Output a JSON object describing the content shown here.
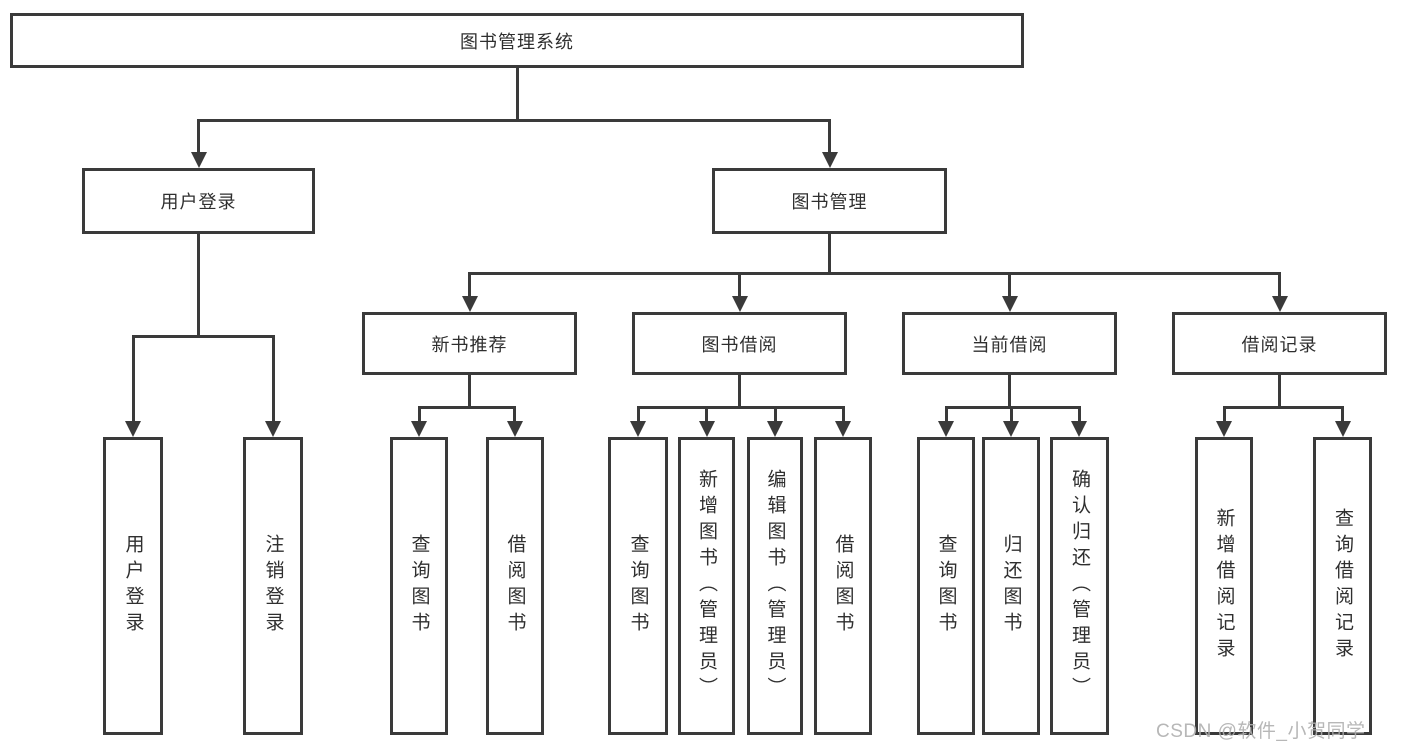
{
  "colors": {
    "line": "#3a3a3a",
    "text": "#2f2f2f",
    "watermark": "#b0b0b0"
  },
  "watermark": {
    "text": "CSDN @软件_小贺同学"
  },
  "tree": {
    "root": {
      "label": "图书管理系统"
    },
    "branches": [
      {
        "label": "用户登录",
        "children": [
          {
            "label": "用户登录"
          },
          {
            "label": "注销登录"
          }
        ]
      },
      {
        "label": "图书管理",
        "children": [
          {
            "label": "新书推荐",
            "children": [
              {
                "label": "查询图书"
              },
              {
                "label": "借阅图书"
              }
            ]
          },
          {
            "label": "图书借阅",
            "children": [
              {
                "label": "查询图书"
              },
              {
                "label": "新增图书（管理员）"
              },
              {
                "label": "编辑图书（管理员）"
              },
              {
                "label": "借阅图书"
              }
            ]
          },
          {
            "label": "当前借阅",
            "children": [
              {
                "label": "查询图书"
              },
              {
                "label": "归还图书"
              },
              {
                "label": "确认归还（管理员）"
              }
            ]
          },
          {
            "label": "借阅记录",
            "children": [
              {
                "label": "新增借阅记录"
              },
              {
                "label": "查询借阅记录"
              }
            ]
          }
        ]
      }
    ]
  }
}
